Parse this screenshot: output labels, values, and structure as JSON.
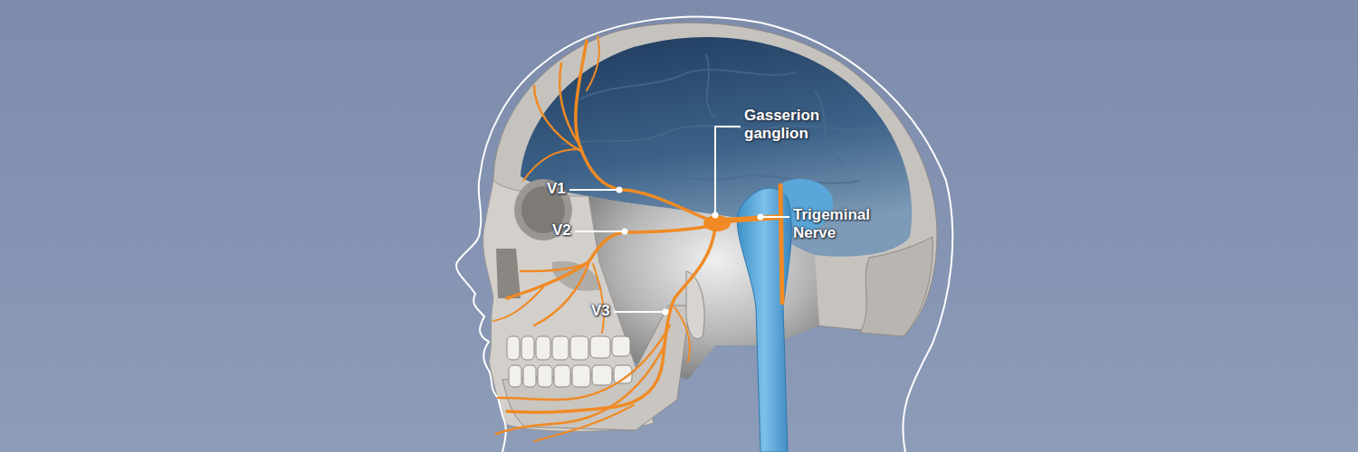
{
  "diagram": {
    "labels": [
      "Gasserion ganglion",
      "V1",
      "V2",
      "V3",
      "Trigeminal Nerve"
    ]
  }
}
